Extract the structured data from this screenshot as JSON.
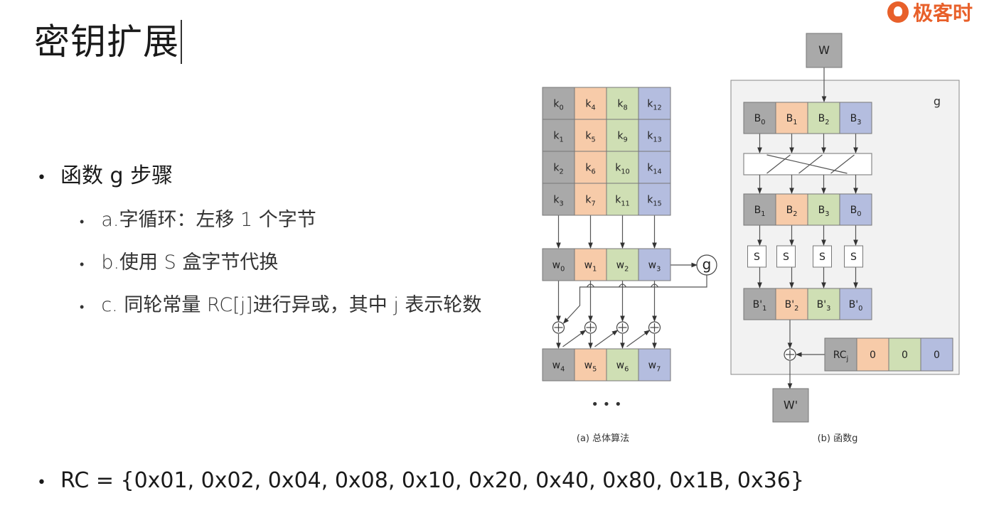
{
  "title": "密钥扩展",
  "logo_text": "极客时",
  "bullets": {
    "main": "函数 g 步骤",
    "steps": [
      "a.字循环：左移 1 个字节",
      "b.使用 S 盒字节代换",
      "c. 同轮常量 RC[j]进行异或，其中 j 表示轮数"
    ],
    "rc": "RC = {0x01, 0x02, 0x04, 0x08, 0x10, 0x20, 0x40, 0x80, 0x1B, 0x36}"
  },
  "colors": {
    "gray": "#a9a9a9",
    "orange": "#f7cba9",
    "green": "#cfdfb4",
    "blue": "#b4bddf",
    "panel": "#f2f2f2"
  },
  "diagram_a": {
    "key_rows": [
      [
        "k0",
        "k4",
        "k8",
        "k12"
      ],
      [
        "k1",
        "k5",
        "k9",
        "k13"
      ],
      [
        "k2",
        "k6",
        "k10",
        "k14"
      ],
      [
        "k3",
        "k7",
        "k11",
        "k15"
      ]
    ],
    "w_row1": [
      "w0",
      "w1",
      "w2",
      "w3"
    ],
    "w_row2": [
      "w4",
      "w5",
      "w6",
      "w7"
    ],
    "g_label": "g",
    "ellipsis": "• • •",
    "caption": "(a) 总体算法"
  },
  "diagram_b": {
    "input": "W",
    "g_label": "g",
    "row1": [
      "B0",
      "B1",
      "B2",
      "B3"
    ],
    "row2": [
      "B1",
      "B2",
      "B3",
      "B0"
    ],
    "s_boxes": [
      "S",
      "S",
      "S",
      "S"
    ],
    "row3": [
      "B'1",
      "B'2",
      "B'3",
      "B'0"
    ],
    "rc_row": [
      "RCj",
      "0",
      "0",
      "0"
    ],
    "output": "W'",
    "caption": "(b) 函数g"
  }
}
